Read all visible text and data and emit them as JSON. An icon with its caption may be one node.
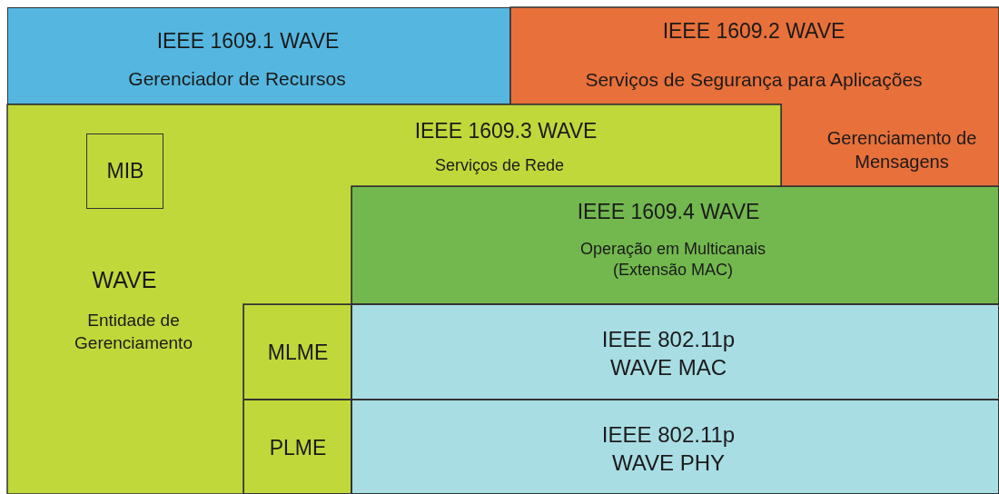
{
  "diagram": {
    "nodes": [
      {
        "text": [
          "IEEE 1609.1 WAVE",
          "Gerenciador de Recursos"
        ]
      },
      {
        "text": [
          "IEEE 1609.2 WAVE",
          "Serviços de Segurança para Aplicações",
          "Gerenciamento de Mensagens"
        ]
      },
      {
        "text": [
          "IEEE 1609.3 WAVE",
          "Serviços de Rede",
          "WAVE",
          "Entidade de Gerenciamento"
        ]
      },
      {
        "text": [
          "MIB"
        ],
        "in": 2
      },
      {
        "text": [
          "IEEE 1609.4 WAVE",
          "Operação em Multicanais (Extensão MAC)"
        ]
      },
      {
        "text": [
          "MLME"
        ]
      },
      {
        "text": [
          "IEEE 802.11p WAVE MAC"
        ]
      },
      {
        "text": [
          "PLME"
        ]
      },
      {
        "text": [
          "IEEE 802.11p WAVE PHY"
        ]
      }
    ]
  }
}
